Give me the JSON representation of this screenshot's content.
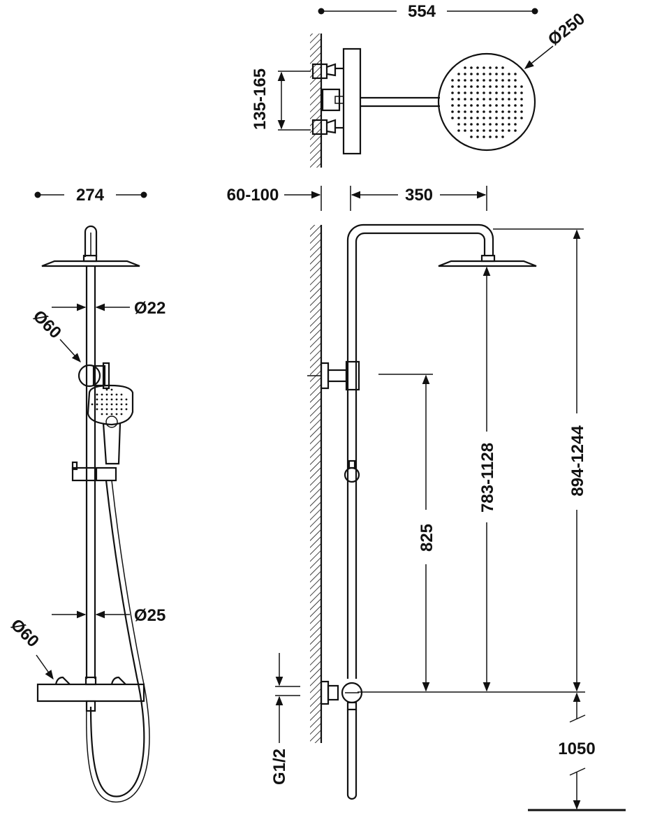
{
  "dimensions": {
    "top_width": "554",
    "head_diameter": "Ø250",
    "valve_spacing": "135-165",
    "front_width": "274",
    "wall_offset": "60-100",
    "arm_length": "350",
    "rail_diameter": "Ø22",
    "bracket_diameter": "Ø60",
    "pipe_diameter": "Ø25",
    "valve_diameter": "Ø60",
    "holder_height": "825",
    "head_height_range": "783-1128",
    "total_height_range": "894-1244",
    "floor_height": "1050",
    "inlet_thread": "G1/2"
  }
}
